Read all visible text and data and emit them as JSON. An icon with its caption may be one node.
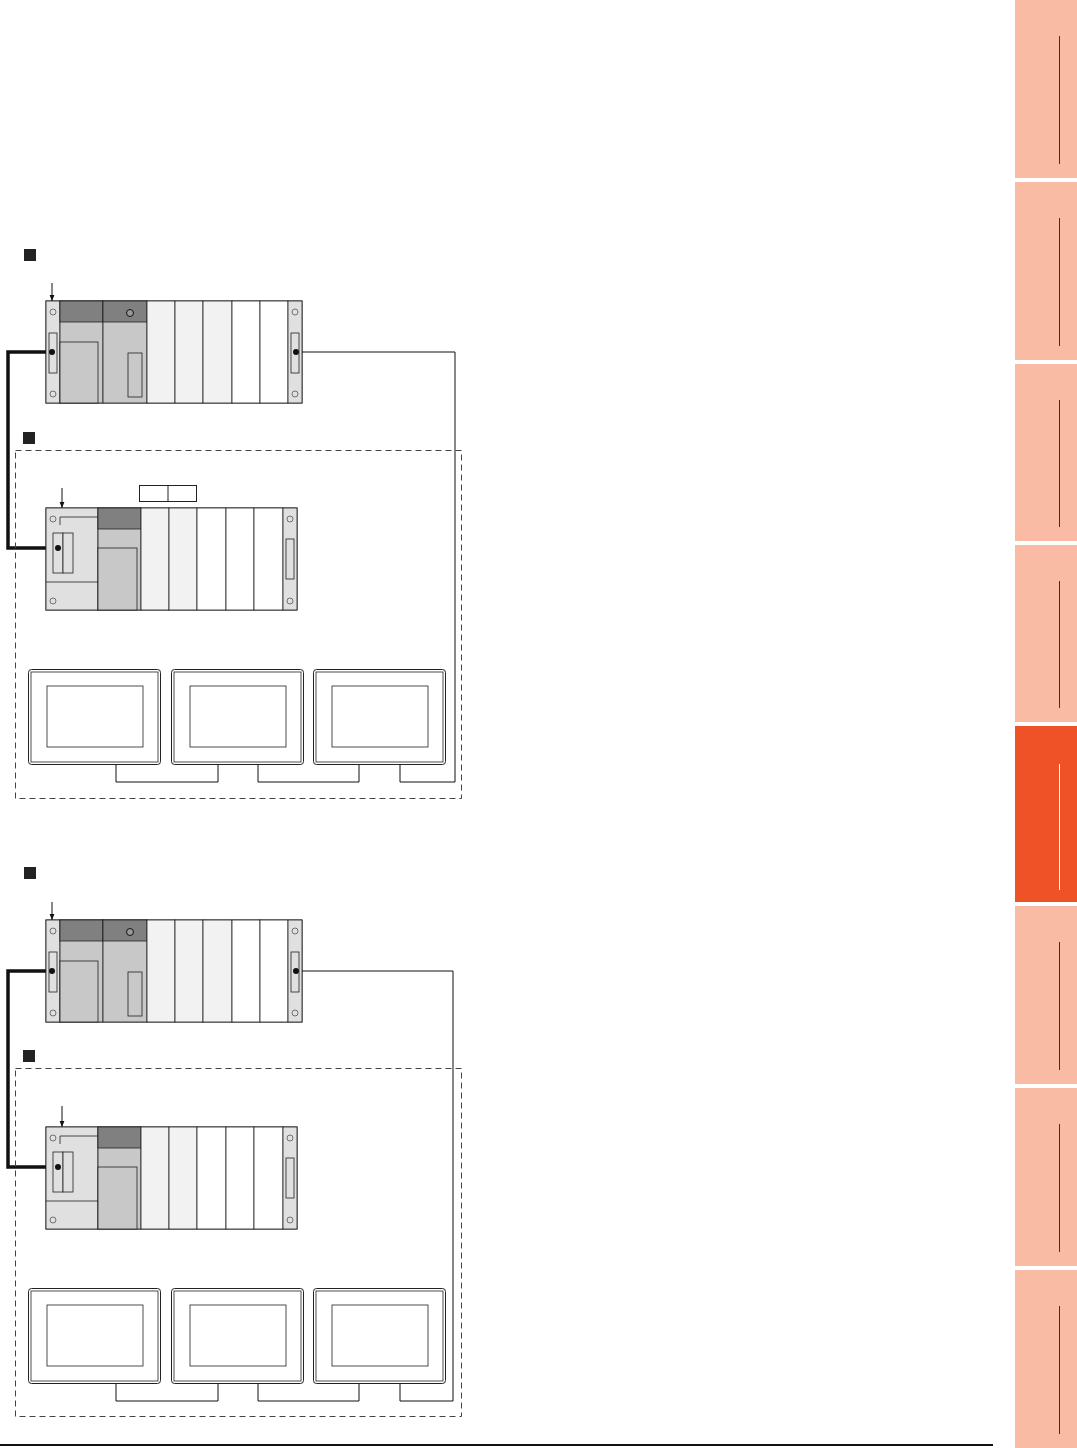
{
  "diagram": {
    "nodes": [
      {
        "text": [],
        "shape": "picture"
      },
      {
        "text": [],
        "shape": "box"
      },
      {
        "text": [],
        "shape": "box",
        "in": 1
      },
      {
        "text": [],
        "shape": "picture",
        "in": 1
      },
      {
        "text": [],
        "shape": "picture",
        "in": 1
      },
      {
        "text": [],
        "shape": "picture",
        "in": 1
      },
      {
        "text": [],
        "shape": "picture",
        "in": 1
      },
      {
        "text": [],
        "shape": "picture"
      },
      {
        "text": [],
        "shape": "box"
      },
      {
        "text": [],
        "shape": "picture",
        "in": 8
      },
      {
        "text": [],
        "shape": "picture",
        "in": 8
      },
      {
        "text": [],
        "shape": "picture",
        "in": 8
      },
      {
        "text": [],
        "shape": "picture",
        "in": 8
      }
    ],
    "edges": [
      {
        "from": null,
        "to": 0,
        "arrow": "to"
      },
      {
        "from": 0,
        "to": 3,
        "arrow": "none",
        "style": "thick"
      },
      {
        "from": 0,
        "to": 6,
        "arrow": "none"
      },
      {
        "from": 4,
        "to": 5,
        "arrow": "none"
      },
      {
        "from": 5,
        "to": 6,
        "arrow": "none"
      },
      {
        "from": null,
        "to": 3,
        "arrow": "to"
      },
      {
        "from": null,
        "to": 7,
        "arrow": "to"
      },
      {
        "from": 7,
        "to": 9,
        "arrow": "none",
        "style": "thick"
      },
      {
        "from": 7,
        "to": 12,
        "arrow": "none"
      },
      {
        "from": 10,
        "to": 11,
        "arrow": "none"
      },
      {
        "from": 11,
        "to": 12,
        "arrow": "none"
      },
      {
        "from": null,
        "to": 9,
        "arrow": "to"
      }
    ]
  }
}
